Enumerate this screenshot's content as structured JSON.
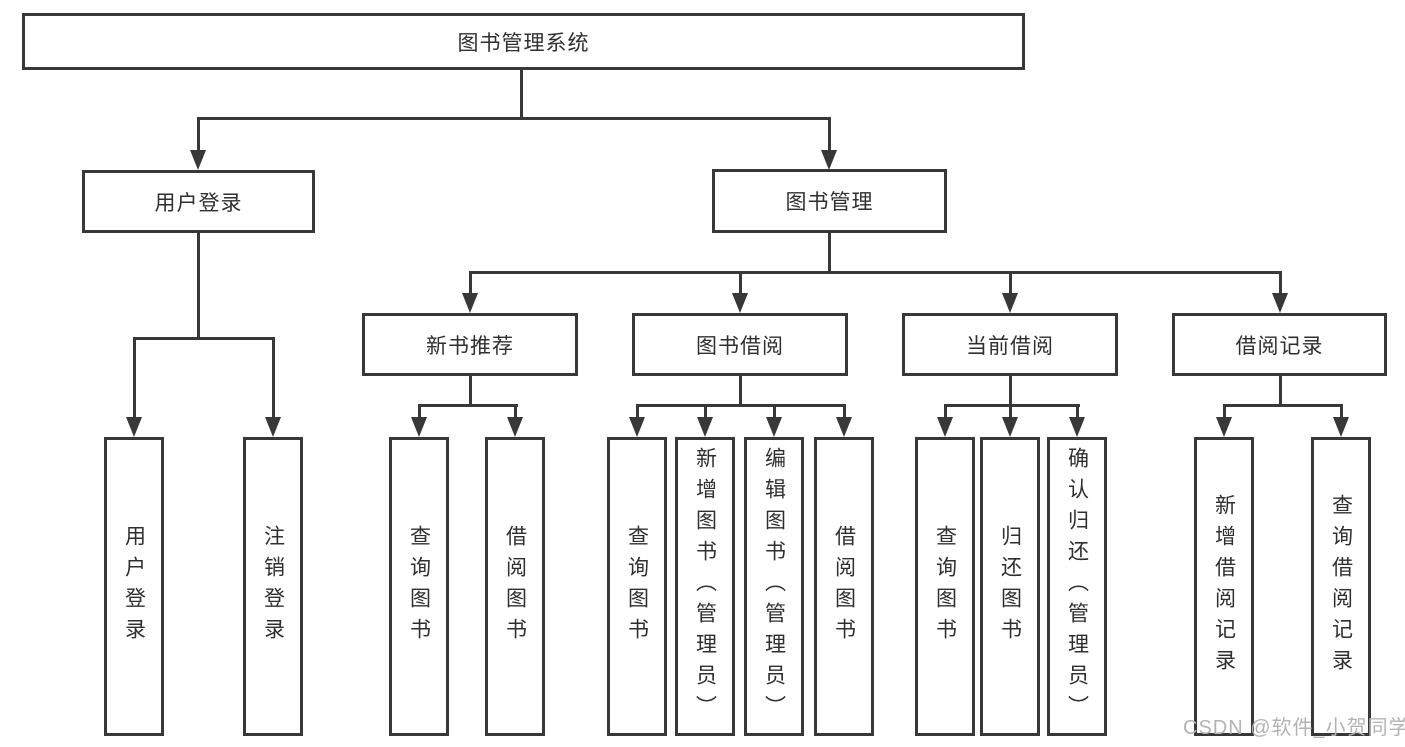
{
  "diagram": {
    "root": {
      "label": "图书管理系统"
    },
    "branches": [
      {
        "label": "用户登录",
        "leaves": [
          "用户登录",
          "注销登录"
        ]
      },
      {
        "label": "图书管理",
        "groups": [
          {
            "label": "新书推荐",
            "leaves": [
              "查询图书",
              "借阅图书"
            ]
          },
          {
            "label": "图书借阅",
            "leaves": [
              "查询图书",
              "新增图书（管理员）",
              "编辑图书（管理员）",
              "借阅图书"
            ]
          },
          {
            "label": "当前借阅",
            "leaves": [
              "查询图书",
              "归还图书",
              "确认归还（管理员）"
            ]
          },
          {
            "label": "借阅记录",
            "leaves": [
              "新增借阅记录",
              "查询借阅记录"
            ]
          }
        ]
      }
    ]
  },
  "watermark": {
    "text": "CSDN @软件_小贺同学"
  },
  "colors": {
    "line": "#383838",
    "text": "#2f2f2f",
    "background": "#ffffff",
    "watermark": "#b3b3b3"
  }
}
